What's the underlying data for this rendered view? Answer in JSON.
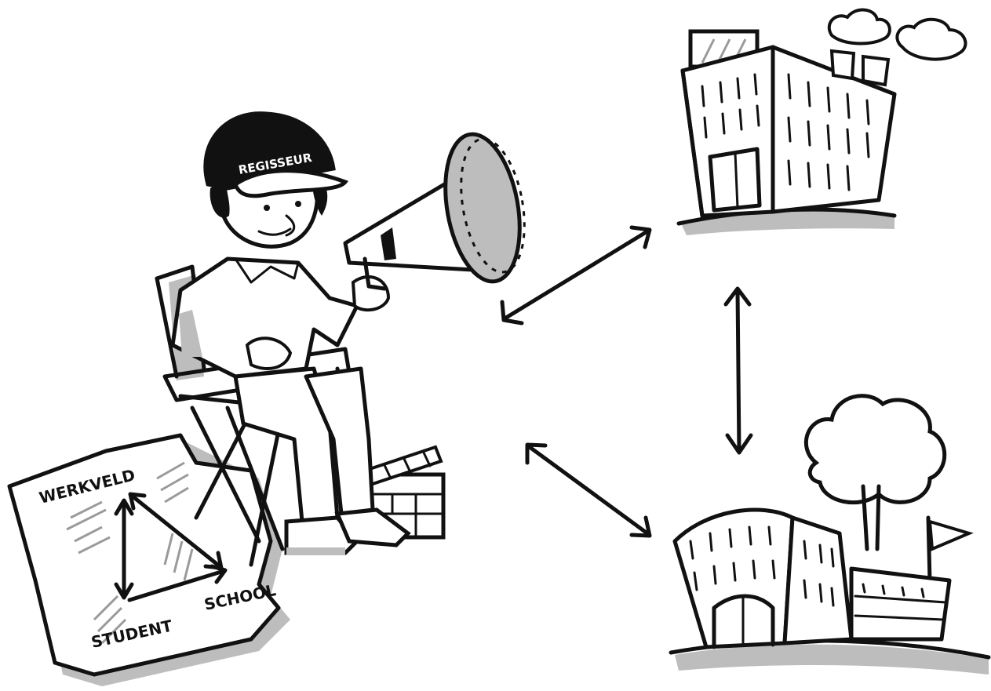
{
  "illustration": {
    "cap_text": "REGISSEUR",
    "map_labels": {
      "top": "WERKVELD",
      "bottom_left": "STUDENT",
      "bottom_right": "SCHOOL"
    },
    "colors": {
      "ink": "#111111",
      "shadow": "#bdbdbd",
      "background": "#ffffff"
    }
  }
}
